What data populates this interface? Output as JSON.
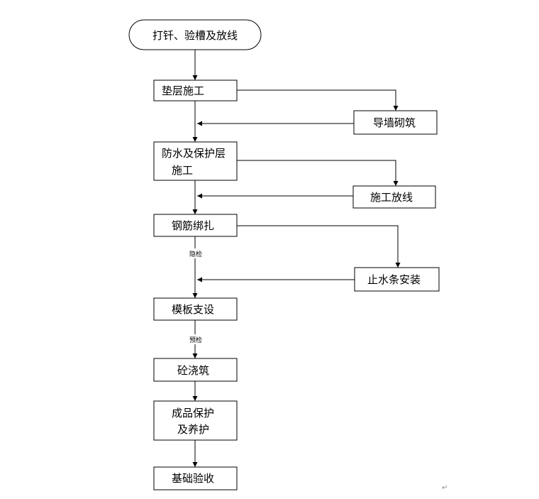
{
  "colors": {
    "box_fill": "#ffffff",
    "box_stroke": "#000000",
    "line": "#000000",
    "text": "#000000",
    "mark": "#888888"
  },
  "flowchart": {
    "start": "打钎、验槽及放线",
    "steps": {
      "cushion": [
        "垫层施工"
      ],
      "waterproof": [
        "防水及保护层",
        "施工"
      ],
      "rebar": [
        "钢筋绑扎"
      ],
      "formwork": [
        "模板支设"
      ],
      "concrete": [
        "砼浇筑"
      ],
      "protect": [
        "成品保护",
        "及养护"
      ],
      "accept": [
        "基础验收"
      ]
    },
    "side": {
      "guide_wall": "导墙砌筑",
      "layout": "施工放线",
      "waterstop": "止水条安装"
    },
    "edge_labels": {
      "after_rebar": "隐检",
      "after_formwork": "预检"
    },
    "corner_mark": "↵"
  }
}
